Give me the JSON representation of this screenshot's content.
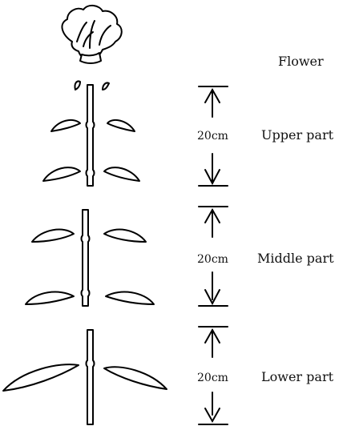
{
  "labels": {
    "flower": "Flower",
    "upper": "Upper part",
    "middle": "Middle part",
    "lower": "Lower part"
  },
  "dimensions": {
    "upper": "20cm",
    "middle": "20cm",
    "lower": "20cm"
  }
}
